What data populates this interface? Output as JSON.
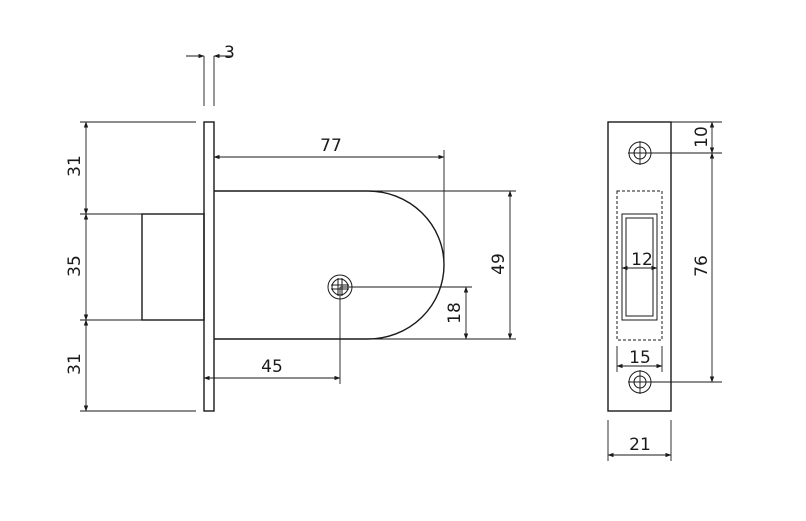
{
  "dimensions": {
    "faceplate_thickness": "3",
    "top_section": "31",
    "middle_section": "35",
    "bottom_section": "31",
    "case_length": "77",
    "case_height": "49",
    "spindle_to_faceplate": "45",
    "spindle_to_bottom": "18",
    "strike_hole_offset": "10",
    "strike_hole_spacing": "76",
    "strike_opening_width": "12",
    "strike_pocket_width": "15",
    "strike_width": "21"
  },
  "colors": {
    "line": "#1a1a1a",
    "background": "#ffffff"
  }
}
